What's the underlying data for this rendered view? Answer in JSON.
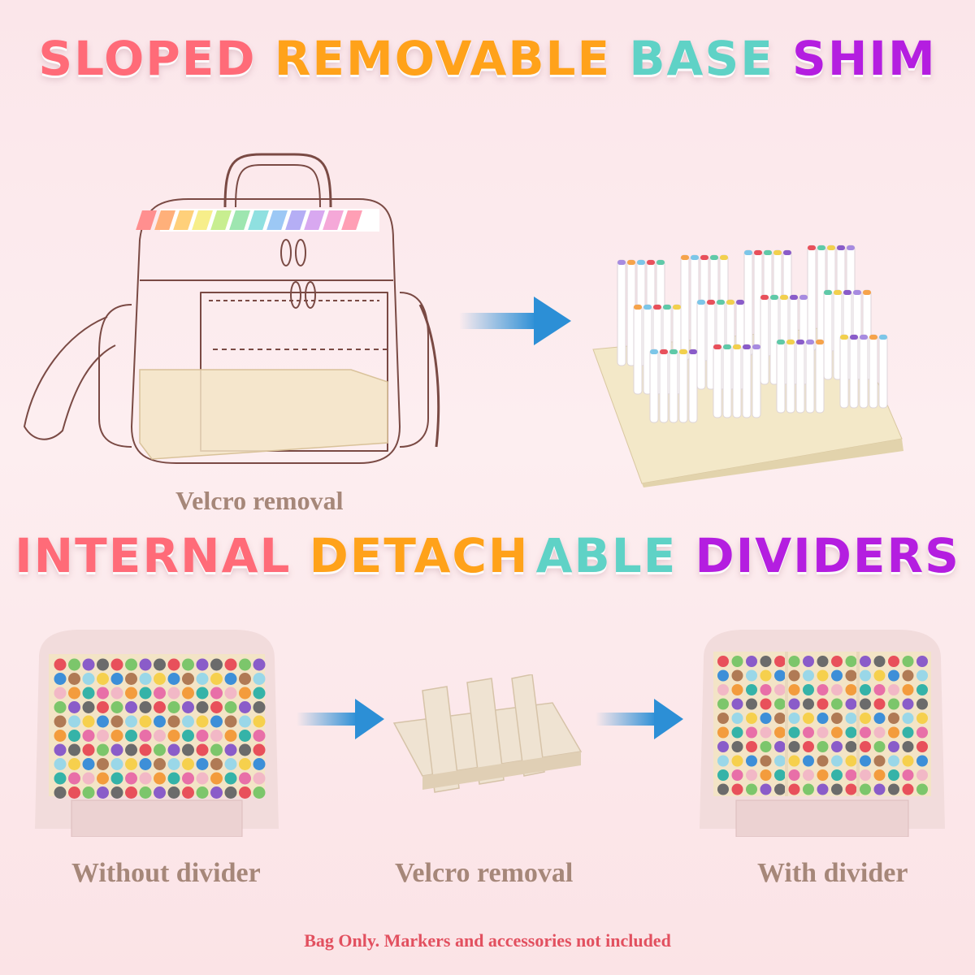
{
  "headline_top": {
    "words": [
      {
        "text": "SLOPED",
        "color": "#ff6b78"
      },
      {
        "text": "REMOVABLE",
        "color": "#ffa21a"
      },
      {
        "text": "BASE",
        "color": "#5fd2c6"
      },
      {
        "text": "SHIM",
        "color": "#b41ee0"
      }
    ]
  },
  "headline_bottom": {
    "words": [
      {
        "text": "INTERNAL",
        "color": "#ff6b78"
      },
      {
        "text": "DETACH",
        "color": "#ffa21a"
      },
      {
        "text": "ABLE",
        "color": "#5fd2c6"
      },
      {
        "text": "DIVIDERS",
        "color": "#b41ee0"
      }
    ]
  },
  "captions": {
    "velcro_top": "Velcro removal",
    "without_divider": "Without divider",
    "velcro_bottom": "Velcro removal",
    "with_divider": "With divider"
  },
  "footnote": "Bag Only. Markers and accessories not included",
  "colors": {
    "arrow": "#2c8fd6",
    "sketch_line": "#7a4a44",
    "shim_fill": "#f3e4c6",
    "insert_fill": "#efe3d2",
    "bag_pink": "#f2dcdc"
  },
  "icons": {
    "arrow": "right-arrow-icon"
  }
}
